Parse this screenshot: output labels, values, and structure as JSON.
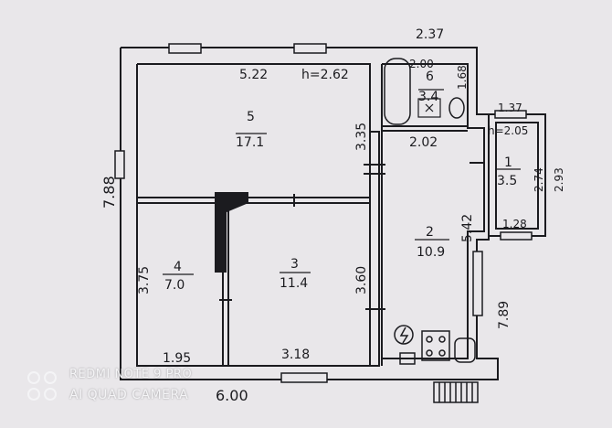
{
  "dimensions": {
    "top_right": "2.37",
    "left_total": "7.88",
    "bottom_total": "6.00",
    "room5_width": "5.22",
    "ceiling_height_main": "h=2.62",
    "room5_height": "3.35",
    "room6_width_top": "2.00",
    "room6_height": "1.68",
    "room6_width_bottom": "2.02",
    "annex_width_top": "1.37",
    "ceiling_height_annex": "h=2.05",
    "annex_inner_height": "2.74",
    "annex_outer_height": "2.93",
    "annex_width_bottom": "1.28",
    "room2_height": "5.42",
    "room4_height": "3.75",
    "room3_height": "3.60",
    "right_total": "7.89",
    "room4_width": "1.95",
    "room3_width": "3.18"
  },
  "rooms": [
    {
      "number": "5",
      "area": "17.1"
    },
    {
      "number": "6",
      "area": "3.4"
    },
    {
      "number": "1",
      "area": "3.5"
    },
    {
      "number": "2",
      "area": "10.9"
    },
    {
      "number": "4",
      "area": "7.0"
    },
    {
      "number": "3",
      "area": "11.4"
    }
  ],
  "watermark": {
    "line1": "REDMI NOTE 9 PRO",
    "line2": "AI QUAD CAMERA"
  },
  "colors": {
    "paper": "#e9e7ea",
    "ink": "#1b1b1f"
  }
}
